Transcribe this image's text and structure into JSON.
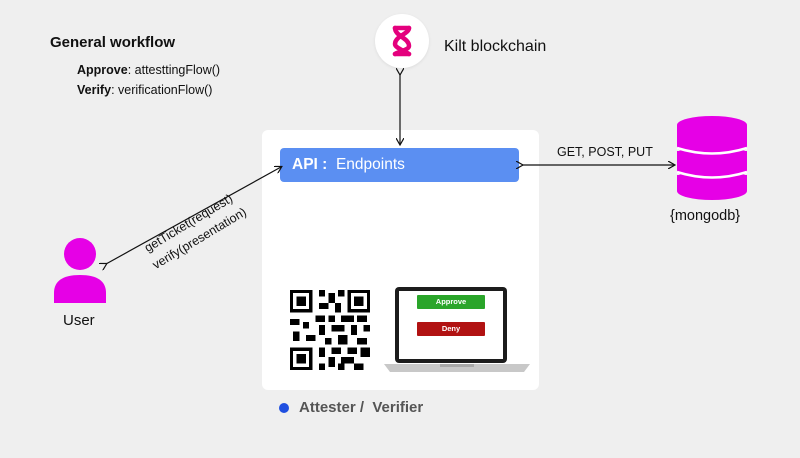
{
  "workflow": {
    "title": "General workflow",
    "approve_key": "Approve",
    "approve_value": ": attesttingFlow()",
    "verify_key": "Verify",
    "verify_value": ": verificationFlow()"
  },
  "kilt": {
    "label": "Kilt blockchain",
    "logo_color": "#e4007d",
    "logo_icon": "kilt-logo-icon"
  },
  "api": {
    "prefix": "API :",
    "label": "Endpoints",
    "color": "#5b8ff2"
  },
  "database": {
    "label": "{mongodb}",
    "arrow_label": "GET, POST, PUT",
    "color": "#e600e6",
    "icon": "database-icon"
  },
  "user": {
    "label": "User",
    "color": "#e600e6",
    "icon": "user-icon"
  },
  "user_arrow": {
    "label_1": "getTicket(request)",
    "label_2": "verify(presentation)"
  },
  "laptop": {
    "approve_label": "Approve",
    "deny_label": "Deny",
    "approve_color": "#2aa52a",
    "deny_color": "#b11212"
  },
  "attester": {
    "label": "Attester /  Verifier",
    "dot_color": "#1f4fe0"
  }
}
